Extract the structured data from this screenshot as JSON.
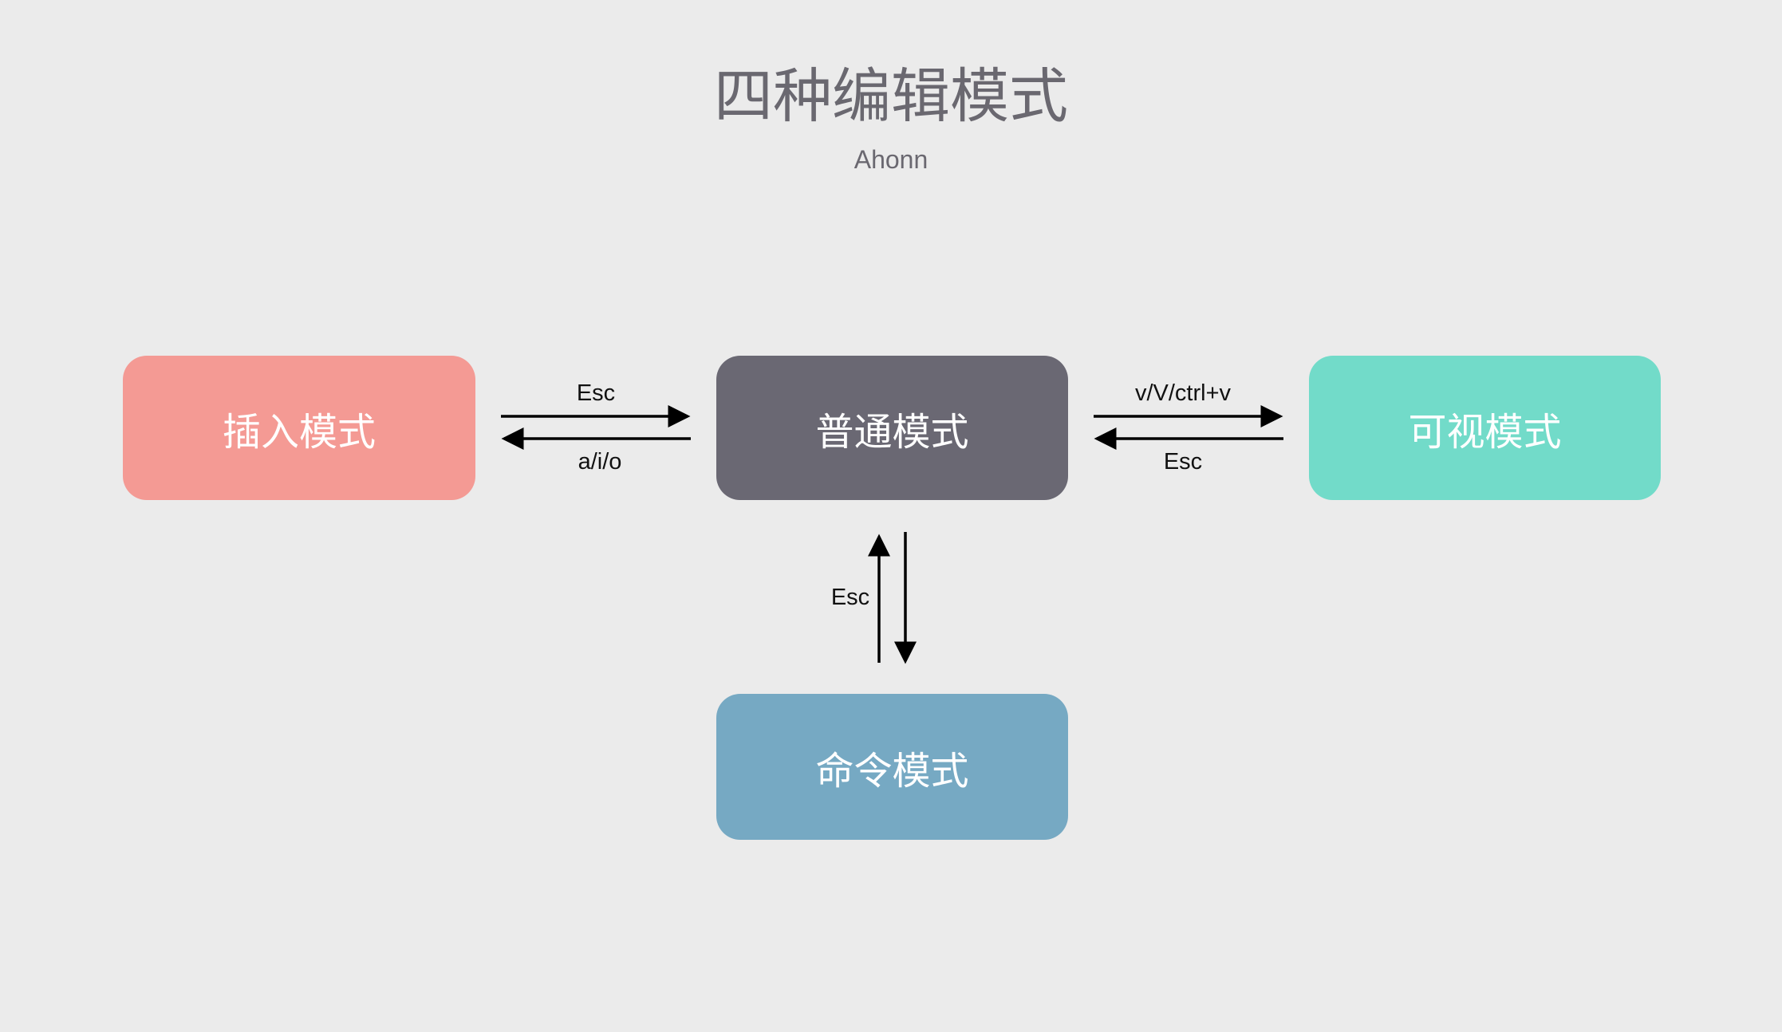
{
  "header": {
    "title": "四种编辑模式",
    "subtitle": "Ahonn"
  },
  "nodes": {
    "insert": {
      "label": "插入模式",
      "color": "#f49a94"
    },
    "normal": {
      "label": "普通模式",
      "color": "#6a6873"
    },
    "visual": {
      "label": "可视模式",
      "color": "#72dbc9"
    },
    "command": {
      "label": "命令模式",
      "color": "#76a9c3"
    }
  },
  "edges": {
    "insert_to_normal": {
      "label": "Esc",
      "from": "插入模式",
      "to": "普通模式"
    },
    "normal_to_insert": {
      "label": "a/i/o",
      "from": "普通模式",
      "to": "插入模式"
    },
    "normal_to_visual": {
      "label": "v/V/ctrl+v",
      "from": "普通模式",
      "to": "可视模式"
    },
    "visual_to_normal": {
      "label": "Esc",
      "from": "可视模式",
      "to": "普通模式"
    },
    "command_to_normal": {
      "label": "Esc",
      "from": "命令模式",
      "to": "普通模式"
    },
    "normal_to_command": {
      "label": "",
      "from": "普通模式",
      "to": "命令模式"
    }
  },
  "colors": {
    "background": "#ebebeb",
    "text": "#6a6870",
    "arrow": "#000000"
  }
}
